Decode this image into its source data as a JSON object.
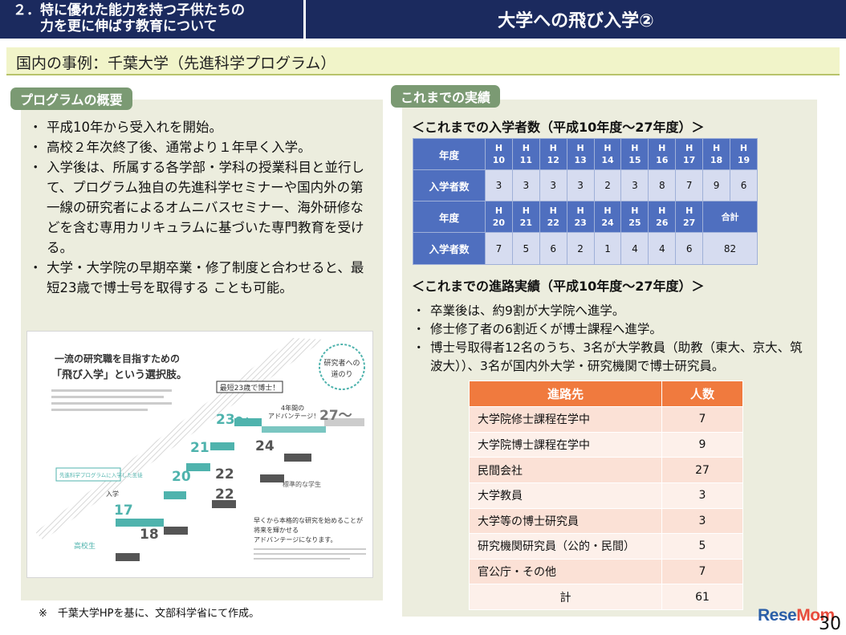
{
  "header": {
    "left_line1": "２．特に優れた能力を持つ子供たちの",
    "left_line2": "力を更に伸ばす教育について",
    "right_title": "大学への飛び入学②"
  },
  "section_title": "国内の事例：千葉大学（先進科学プログラム）",
  "left": {
    "tag": "プログラムの概要",
    "bullets": [
      "平成10年から受入れを開始。",
      "高校２年次終了後、通常より１年早く入学。",
      "入学後は、所属する各学部・学科の授業科目と並行して、プログラム独自の先進科学セミナーや国内外の第一線の研究者によるオムニバスセミナー、海外研修などを含む専用カリキュラムに基づいた専門教育を受ける。",
      "大学・大学院の早期卒業・修了制度と合わせると、最短23歳で博士号を取得する ことも可能。"
    ],
    "bullet_mark": "・",
    "illustration": {
      "headline1": "一流の研究職を目指すための",
      "headline2": "「飛び入学」という選択肢。",
      "badge_line1": "研究者への",
      "badge_line2": "道のり",
      "callout": "最短23歳で博士！",
      "advantage": "4年間の\nアドバンテージ！",
      "advantage_line1": "4年間の",
      "advantage_line2": "アドバンテージ！",
      "age_23": "23～",
      "age_27": "27～",
      "age_24": "24",
      "age_22a": "22",
      "age_22b": "22",
      "age_21": "21",
      "age_20": "20",
      "age_18": "18",
      "age_17": "17",
      "label_program_student": "先進科学プログラムに入学した生徒",
      "label_normal_student": "標準的な学生",
      "label_highschool": "高校生",
      "label_enter": "入学",
      "footer_text1": "早くから本格的な研究を始めることが",
      "footer_text2": "将来を輝かせる",
      "footer_text3": "アドバンテージになります。"
    }
  },
  "right": {
    "tag": "これまでの実績",
    "students_heading": "＜これまでの入学者数（平成10年度～27年度）＞",
    "students_table": {
      "row_label_year": "年度",
      "row_label_count": "入学者数",
      "years1": [
        [
          "H",
          "10"
        ],
        [
          "H",
          "11"
        ],
        [
          "H",
          "12"
        ],
        [
          "H",
          "13"
        ],
        [
          "H",
          "14"
        ],
        [
          "H",
          "15"
        ],
        [
          "H",
          "16"
        ],
        [
          "H",
          "17"
        ],
        [
          "H",
          "18"
        ],
        [
          "H",
          "19"
        ]
      ],
      "counts1": [
        "3",
        "3",
        "3",
        "3",
        "2",
        "3",
        "8",
        "7",
        "9",
        "6"
      ],
      "years2": [
        [
          "H",
          "20"
        ],
        [
          "H",
          "21"
        ],
        [
          "H",
          "22"
        ],
        [
          "H",
          "23"
        ],
        [
          "H",
          "24"
        ],
        [
          "H",
          "25"
        ],
        [
          "H",
          "26"
        ],
        [
          "H",
          "27"
        ]
      ],
      "counts2": [
        "7",
        "5",
        "6",
        "2",
        "1",
        "4",
        "4",
        "6"
      ],
      "total_label": "合計",
      "total_value": "82"
    },
    "career_heading": "＜これまでの進路実績（平成10年度～27年度）＞",
    "career_bullets": [
      "卒業後は、約9割が大学院へ進学。",
      "修士修了者の6割近くが博士課程へ進学。",
      "博士号取得者12名のうち、3名が大学教員（助教（東大、京大、筑波大））、3名が国内外大学・研究機関で博士研究員。"
    ],
    "career_table": {
      "header_path": "進路先",
      "header_count": "人数",
      "rows": [
        {
          "name": "大学院修士課程在学中",
          "count": "7"
        },
        {
          "name": "大学院博士課程在学中",
          "count": "9"
        },
        {
          "name": "民間会社",
          "count": "27"
        },
        {
          "name": "大学教員",
          "count": "3"
        },
        {
          "name": "大学等の博士研究員",
          "count": "3"
        },
        {
          "name": "研究機関研究員（公的・民間）",
          "count": "5"
        },
        {
          "name": "官公庁・その他",
          "count": "7"
        }
      ],
      "total_label": "計",
      "total_value": "61"
    }
  },
  "footnote": "※　千葉大学HPを基に、文部科学省にて作成。",
  "logo": {
    "part1": "Rese",
    "part2": "Mom"
  },
  "page_number": "30"
}
